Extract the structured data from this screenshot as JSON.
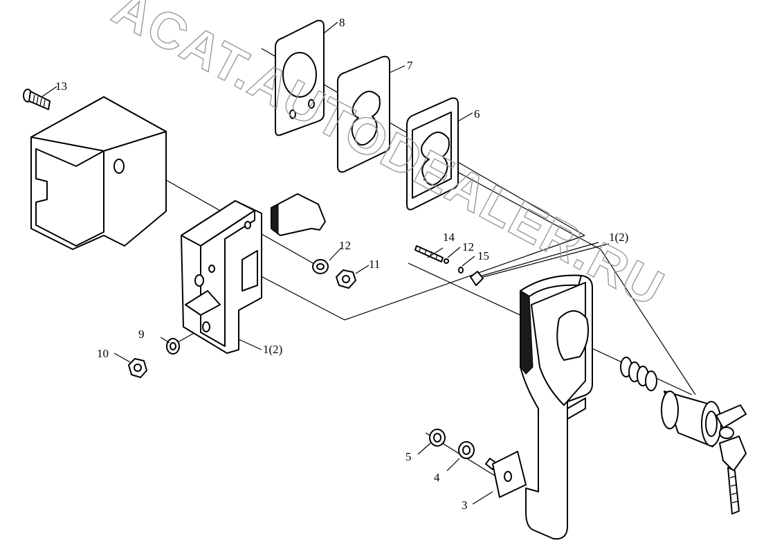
{
  "diagram": {
    "watermark": "ACAT.AUTODEALER.RU",
    "callouts": [
      {
        "id": "c1",
        "text": "1(2)"
      },
      {
        "id": "c2",
        "text": "1(2)"
      },
      {
        "id": "c3",
        "text": "3"
      },
      {
        "id": "c4",
        "text": "4"
      },
      {
        "id": "c5",
        "text": "5"
      },
      {
        "id": "c6",
        "text": "6"
      },
      {
        "id": "c7",
        "text": "7"
      },
      {
        "id": "c8",
        "text": "8"
      },
      {
        "id": "c9",
        "text": "9"
      },
      {
        "id": "c10",
        "text": "10"
      },
      {
        "id": "c11",
        "text": "11"
      },
      {
        "id": "c12a",
        "text": "12"
      },
      {
        "id": "c12b",
        "text": "12"
      },
      {
        "id": "c13",
        "text": "13"
      },
      {
        "id": "c14",
        "text": "14"
      },
      {
        "id": "c15",
        "text": "15"
      }
    ]
  }
}
